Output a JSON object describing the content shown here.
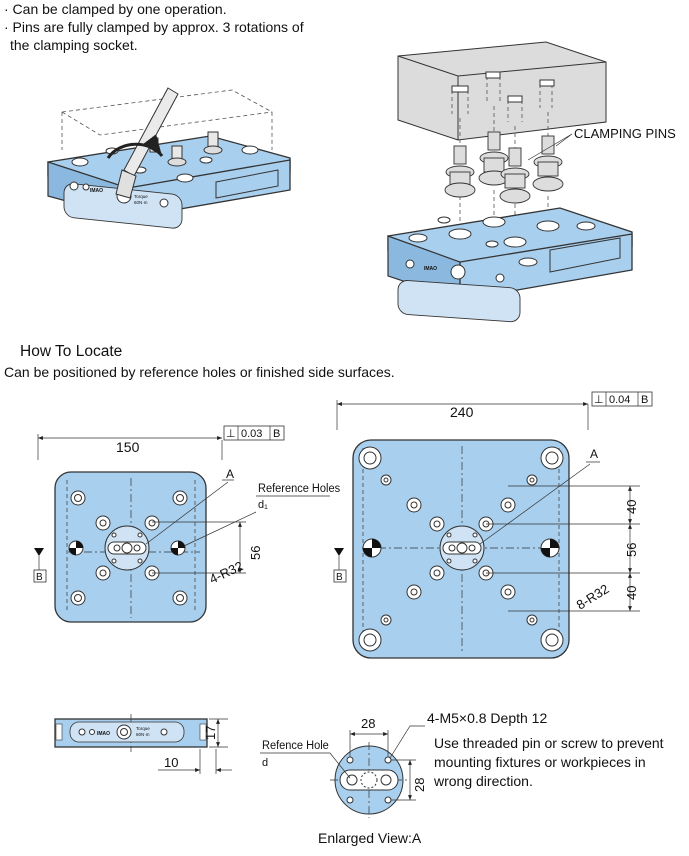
{
  "bullets": [
    "· Can be clamped by one operation.",
    "· Pins are fully clamped by approx. 3 rotations of",
    "  the clamping socket."
  ],
  "labels": {
    "clamping_pins": "CLAMPING PINS",
    "how_to_locate": "How To Locate",
    "locate_subtitle": "Can be positioned by reference holes or finished side surfaces.",
    "reference_holes": "Reference Holes",
    "reference_holes_sub": "d₁",
    "refence_hole": "Refence Hole",
    "refence_hole_sub": "d",
    "enlarged_view": "Enlarged View:A",
    "thread_spec": "4-M5×0.8 Depth 12",
    "note": [
      "Use threaded pin or screw to prevent",
      "mounting fixtures or workpieces in",
      "wrong direction."
    ]
  },
  "left_plate": {
    "width_dim": "150",
    "flatness": "0.03",
    "datum": "B",
    "callout_a": "A",
    "radius": "4-R32",
    "dim_56": "56"
  },
  "right_plate": {
    "width_dim": "240",
    "flatness": "0.04",
    "datum": "B",
    "callout_a": "A",
    "radius": "8-R32",
    "dim_40_top": "40",
    "dim_56": "56",
    "dim_40_bottom": "40"
  },
  "side_view": {
    "height_dim": "17",
    "offset_dim": "10"
  },
  "enlarged": {
    "dim_28_h": "28",
    "dim_28_v": "28"
  },
  "product_marking": {
    "brand": "IMAO",
    "torque_line1": "Torque",
    "torque_line2": "60N·m"
  },
  "symbols": {
    "perpendicular": "⊥"
  }
}
